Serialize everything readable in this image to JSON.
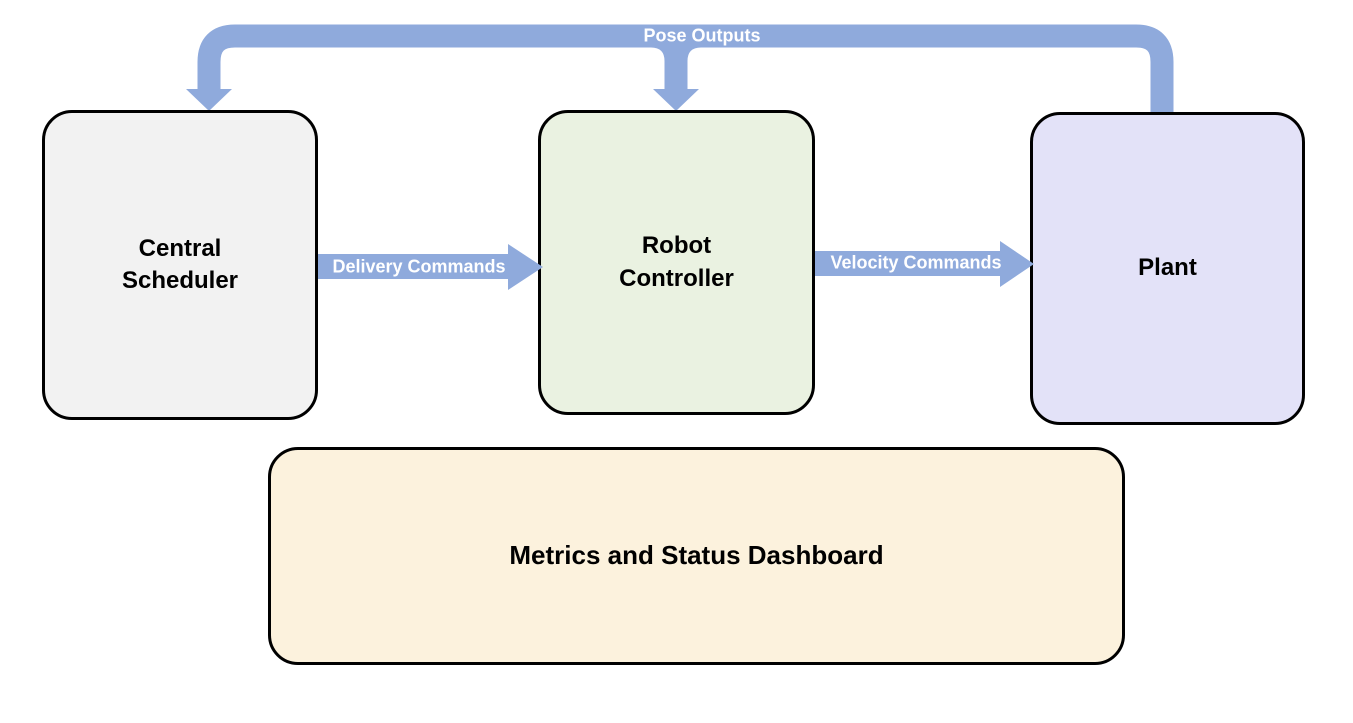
{
  "diagram": {
    "background": "#FFFFFF",
    "border_color": "#000000",
    "arrow_color": "#8FAADC",
    "label_text_color": "#000000",
    "edge_label_text_color": "#FFFFFF",
    "nodes": [
      {
        "id": "central-scheduler",
        "label": "Central\nScheduler",
        "fill": "#F2F2F2"
      },
      {
        "id": "robot-controller",
        "label": "Robot\nController",
        "fill": "#EAF2E1"
      },
      {
        "id": "plant",
        "label": "Plant",
        "fill": "#E3E2F8"
      },
      {
        "id": "metrics-dashboard",
        "label": "Metrics and Status Dashboard",
        "fill": "#FCF2DD"
      }
    ],
    "edges": [
      {
        "id": "delivery-commands",
        "from": "central-scheduler",
        "to": "robot-controller",
        "label": "Delivery Commands"
      },
      {
        "id": "velocity-commands",
        "from": "robot-controller",
        "to": "plant",
        "label": "Velocity Commands"
      },
      {
        "id": "pose-outputs",
        "from": "plant",
        "to": "central-scheduler, robot-controller",
        "label": "Pose Outputs"
      }
    ]
  }
}
